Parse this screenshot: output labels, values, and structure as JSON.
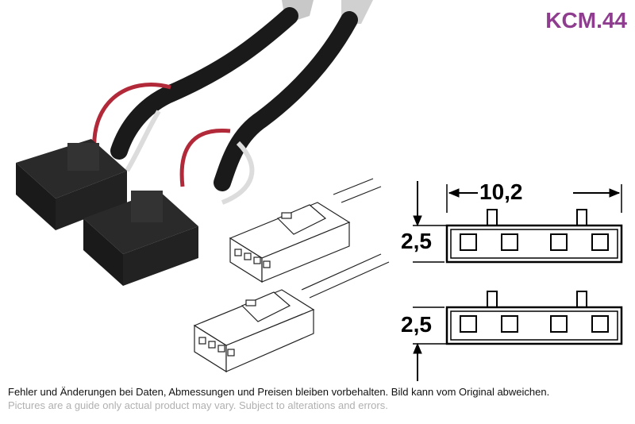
{
  "product_code": "KCM.44",
  "dimensions": {
    "width": "10,2",
    "row_height_top": "2,5",
    "row_height_bottom": "2,5"
  },
  "disclaimer": {
    "de": "Fehler und Änderungen bei Daten, Abmessungen und Preisen bleiben vorbehalten. Bild kann vom Original abweichen.",
    "en": "Pictures are a guide only actual product may vary. Subject to alterations and errors."
  }
}
